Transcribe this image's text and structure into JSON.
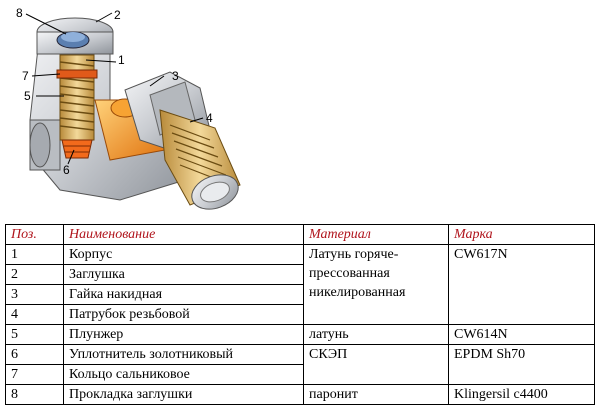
{
  "figure": {
    "callouts": [
      "1",
      "2",
      "3",
      "4",
      "5",
      "6",
      "7",
      "8"
    ]
  },
  "table": {
    "headers": [
      "Поз.",
      "Наименование",
      "Материал",
      "Марка"
    ],
    "rows": [
      {
        "pos": "1",
        "name": "Корпус"
      },
      {
        "pos": "2",
        "name": "Заглушка"
      },
      {
        "pos": "3",
        "name": "Гайка накидная"
      },
      {
        "pos": "4",
        "name": "Патрубок резьбовой"
      },
      {
        "pos": "5",
        "name": "Плунжер"
      },
      {
        "pos": "6",
        "name": "Уплотнитель золотниковый"
      },
      {
        "pos": "7",
        "name": "Кольцо сальниковое"
      },
      {
        "pos": "8",
        "name": "Прокладка заглушки"
      }
    ],
    "materials": {
      "group_1_4_line1": "Латунь горяче-",
      "group_1_4_line2": "прессованная",
      "group_1_4_line3": "никелированная",
      "row5": "латунь",
      "row6_7": "СКЭП",
      "row8": "паронит"
    },
    "grades": {
      "group_1_4": "CW617N",
      "row5": "CW614N",
      "row6_7": "EPDM Sh70",
      "row8": "Klingersil c4400"
    }
  },
  "colors": {
    "header_text": "#b0141c",
    "brass": "#e5c27a",
    "orange": "#f08a1c",
    "chrome": "#d9dce0"
  }
}
